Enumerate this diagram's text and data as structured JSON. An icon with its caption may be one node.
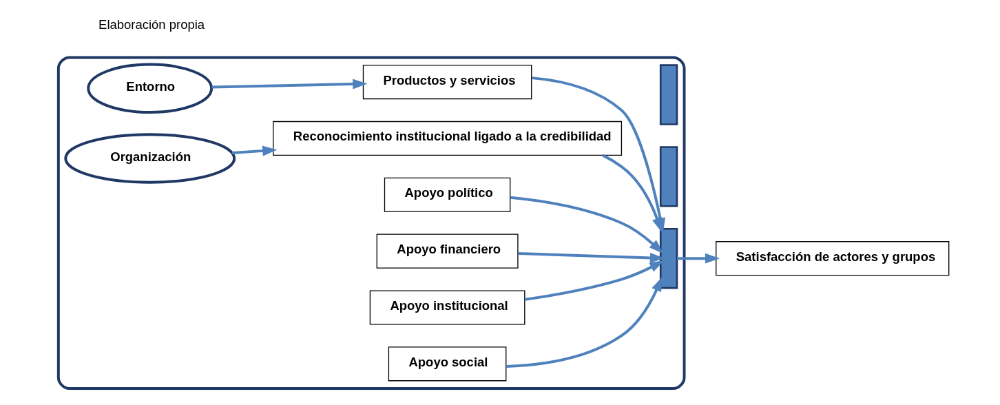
{
  "diagram": {
    "nodes": [
      {
        "text": [],
        "shape": "box"
      },
      {
        "text": [
          "Entorno"
        ],
        "in": 0
      },
      {
        "text": [
          "Productos y servicios"
        ],
        "in": 0
      },
      {
        "text": [
          "Reconocimiento institucional ligado a la credibilidad"
        ],
        "in": 0
      },
      {
        "text": [
          "Organización"
        ],
        "in": 0
      },
      {
        "text": [],
        "shape": "bar",
        "in": 0
      },
      {
        "text": [],
        "shape": "bar",
        "in": 0
      },
      {
        "text": [],
        "shape": "bar",
        "in": 0
      },
      {
        "text": [
          "Apoyo político"
        ],
        "in": 0
      },
      {
        "text": [
          "Apoyo financiero"
        ],
        "in": 0
      },
      {
        "text": [
          "Apoyo institucional"
        ],
        "in": 0
      },
      {
        "text": [
          "Apoyo social"
        ],
        "in": 0
      },
      {
        "text": [
          "Satisfacción de actores y grupos"
        ]
      }
    ],
    "edges": [
      {
        "from": 1,
        "to": 2,
        "arrow": "to"
      },
      {
        "from": 2,
        "to": 7,
        "arrow": "to"
      },
      {
        "from": 3,
        "to": 7,
        "arrow": "to"
      },
      {
        "from": 4,
        "to": 3,
        "arrow": "to"
      },
      {
        "from": 7,
        "to": 12,
        "arrow": "to"
      },
      {
        "from": 8,
        "to": 7,
        "arrow": "to"
      },
      {
        "from": 9,
        "to": 7,
        "arrow": "to"
      },
      {
        "from": 10,
        "to": 7,
        "arrow": "to"
      },
      {
        "from": 11,
        "to": 7,
        "arrow": "to"
      }
    ],
    "labels": [
      "Elaboración propia"
    ]
  }
}
